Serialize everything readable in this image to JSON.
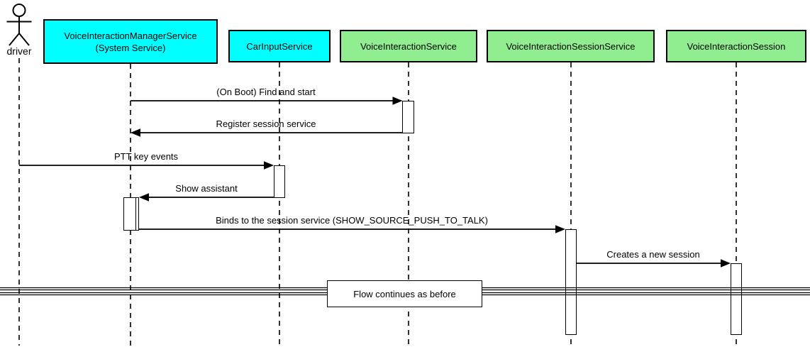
{
  "diagram": {
    "type": "uml-sequence",
    "actor": {
      "label": "driver"
    },
    "participants": [
      {
        "label": "VoiceInteractionManagerService",
        "label_line2": "(System Service)",
        "fill": "#00FFFF"
      },
      {
        "label": "CarInputService",
        "fill": "#00FFFF"
      },
      {
        "label": "VoiceInteractionService",
        "fill": "#90EE90"
      },
      {
        "label": "VoiceInteractionSessionService",
        "fill": "#90EE90"
      },
      {
        "label": "VoiceInteractionSession",
        "fill": "#90EE90"
      }
    ],
    "messages": [
      {
        "label": "(On Boot) Find and start",
        "from": "VoiceInteractionManagerService",
        "to": "VoiceInteractionService",
        "direction": "right"
      },
      {
        "label": "Register session service",
        "from": "VoiceInteractionService",
        "to": "VoiceInteractionManagerService",
        "direction": "left"
      },
      {
        "label": "PTT key events",
        "from": "driver",
        "to": "CarInputService",
        "direction": "right"
      },
      {
        "label": "Show assistant",
        "from": "CarInputService",
        "to": "VoiceInteractionManagerService",
        "direction": "left"
      },
      {
        "label": "Binds to the session service (SHOW_SOURCE_PUSH_TO_TALK)",
        "from": "VoiceInteractionManagerService",
        "to": "VoiceInteractionSessionService",
        "direction": "right"
      },
      {
        "label": "Creates a new session",
        "from": "VoiceInteractionSessionService",
        "to": "VoiceInteractionSession",
        "direction": "right"
      }
    ],
    "divider": {
      "label": "Flow continues as before"
    },
    "colors": {
      "cyan_fill": "#00FFFF",
      "green_fill": "#90EE90",
      "line": "#000000",
      "background": "#FFFFFF"
    }
  }
}
